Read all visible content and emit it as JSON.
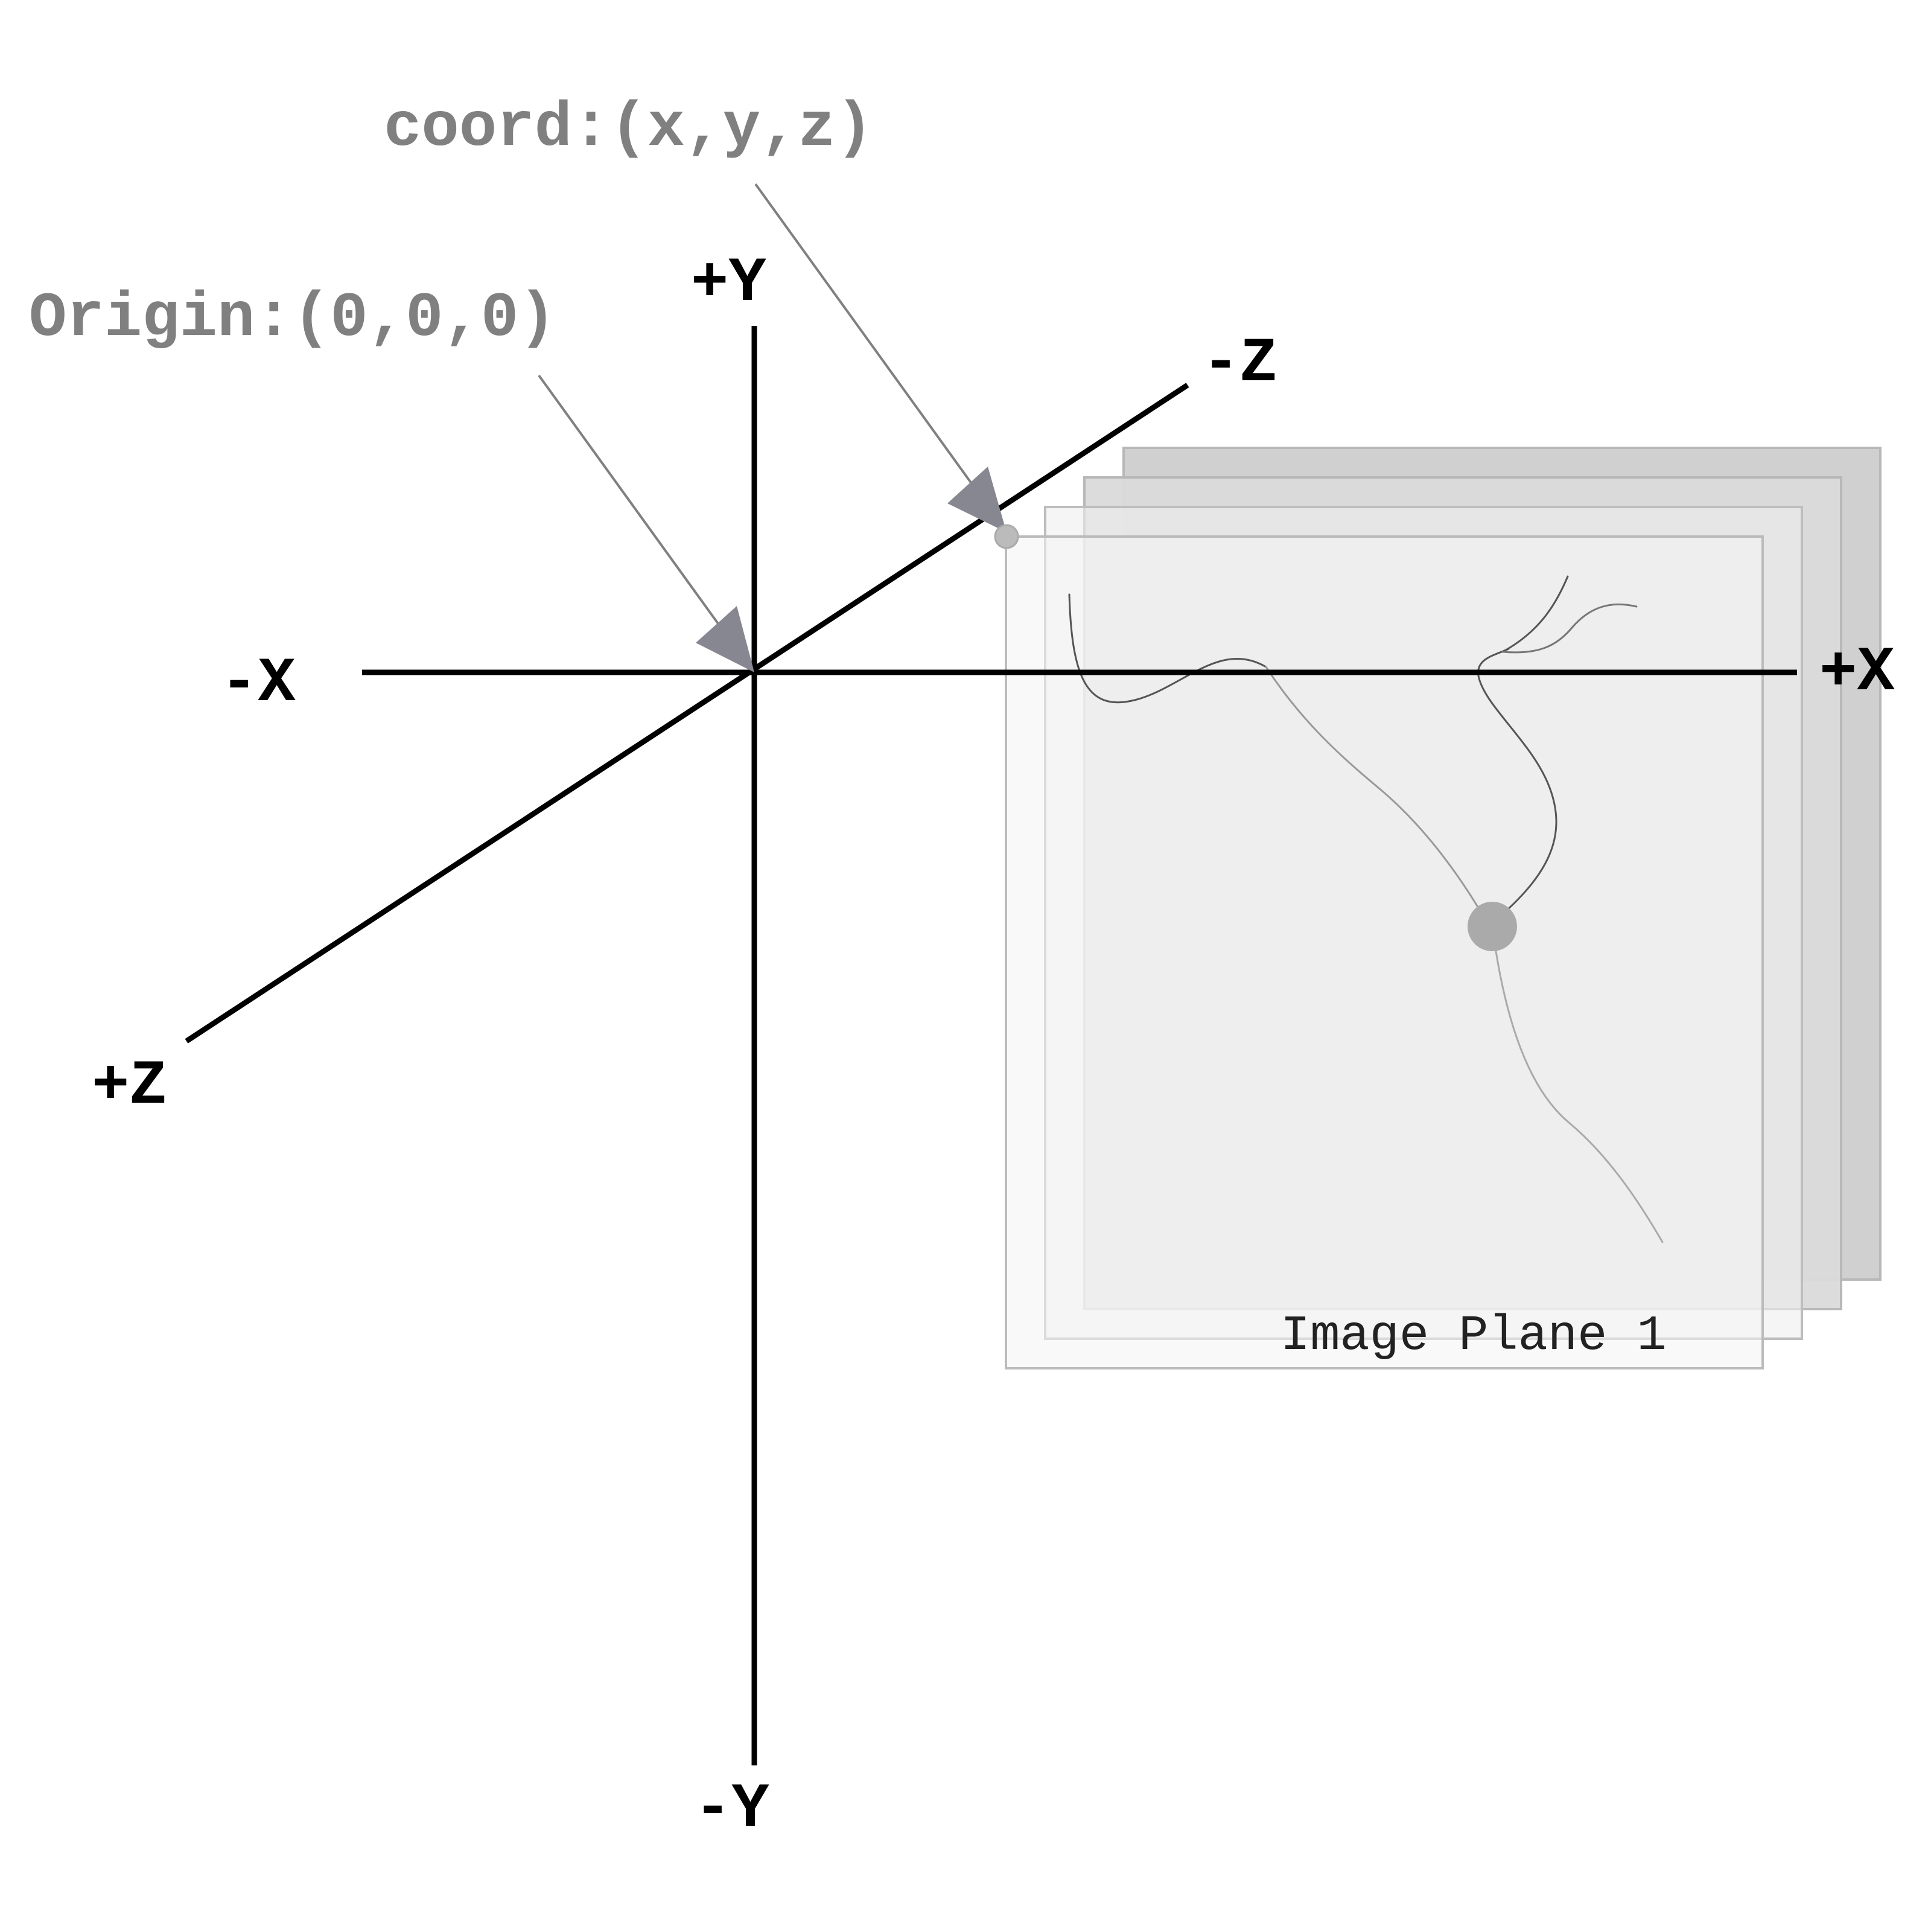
{
  "axes": {
    "pos_x": "+X",
    "neg_x": "-X",
    "pos_y": "+Y",
    "neg_y": "-Y",
    "pos_z": "+Z",
    "neg_z": "-Z"
  },
  "callouts": {
    "origin": "Origin:(0,0,0)",
    "coord": "coord:(x,y,z)"
  },
  "image_plane": {
    "label": "Image Plane 1",
    "stack_count": 4
  },
  "colors": {
    "axis": "#000000",
    "callout_text": "#808080",
    "arrowhead": "#878792",
    "plane_front": "#f4f4f4",
    "plane_back": "#d0d0d0",
    "trace": "#9a9a9a",
    "node": "#aaaaaa"
  }
}
